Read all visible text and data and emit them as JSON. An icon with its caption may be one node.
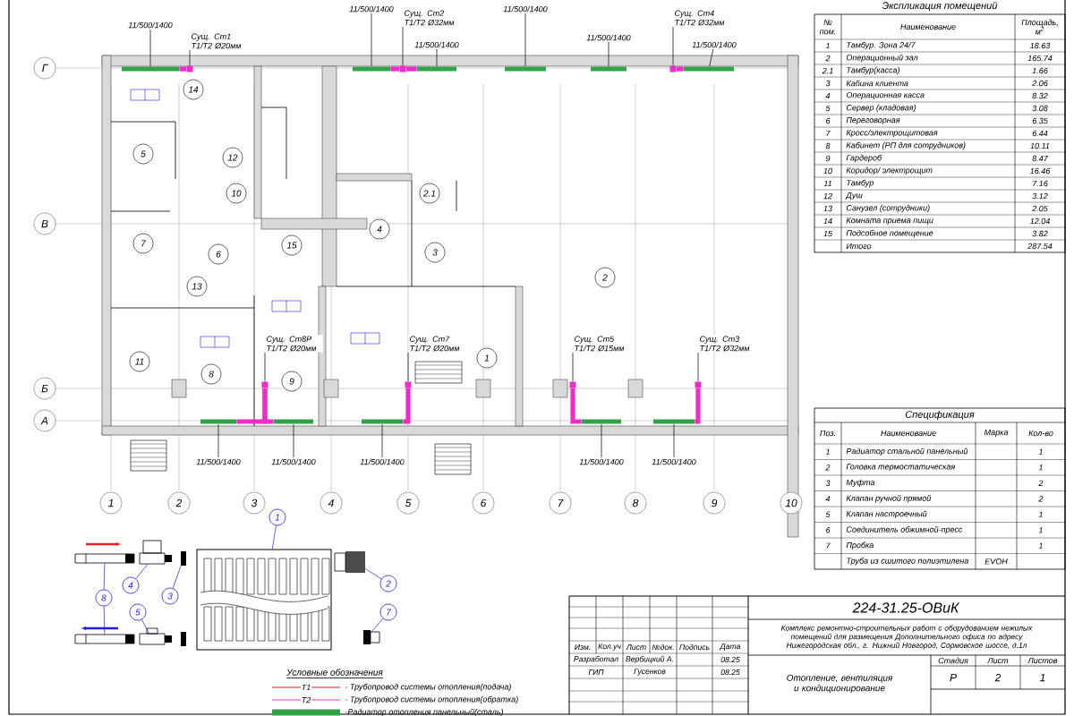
{
  "diagram": {
    "nodes": [
      {
        "text": [
          "Г"
        ]
      },
      {
        "text": [
          "В"
        ]
      },
      {
        "text": [
          "Б"
        ]
      },
      {
        "text": [
          "А"
        ]
      },
      {
        "text": [
          "1"
        ]
      },
      {
        "text": [
          "2"
        ]
      },
      {
        "text": [
          "3"
        ]
      },
      {
        "text": [
          "4"
        ]
      },
      {
        "text": [
          "5"
        ]
      },
      {
        "text": [
          "6"
        ]
      },
      {
        "text": [
          "7"
        ]
      },
      {
        "text": [
          "8"
        ]
      },
      {
        "text": [
          "9"
        ]
      },
      {
        "text": [
          "10"
        ]
      },
      {
        "text": [
          "14"
        ]
      },
      {
        "text": [
          "5"
        ]
      },
      {
        "text": [
          "12"
        ]
      },
      {
        "text": [
          "10"
        ]
      },
      {
        "text": [
          "2.1"
        ]
      },
      {
        "text": [
          "7"
        ]
      },
      {
        "text": [
          "6"
        ]
      },
      {
        "text": [
          "15"
        ]
      },
      {
        "text": [
          "4"
        ]
      },
      {
        "text": [
          "3"
        ]
      },
      {
        "text": [
          "11"
        ]
      },
      {
        "text": [
          "8"
        ]
      },
      {
        "text": [
          "9"
        ]
      },
      {
        "text": [
          "1"
        ]
      },
      {
        "text": [
          "2"
        ]
      },
      {
        "text": [
          "13"
        ]
      },
      {
        "text": [],
        "shape": "bar"
      },
      {
        "text": [],
        "shape": "bar"
      },
      {
        "text": [],
        "shape": "bar"
      },
      {
        "text": [],
        "shape": "bar"
      },
      {
        "text": [],
        "shape": "bar"
      },
      {
        "text": [],
        "shape": "bar"
      },
      {
        "text": [],
        "shape": "bar"
      },
      {
        "text": [],
        "shape": "bar"
      },
      {
        "text": [],
        "shape": "bar"
      },
      {
        "text": [],
        "shape": "bar"
      },
      {
        "text": [],
        "shape": "bar"
      },
      {
        "text": [
          "11/500/1400"
        ]
      },
      {
        "text": [
          "11/500/1400"
        ]
      },
      {
        "text": [
          "11/500/1400"
        ]
      },
      {
        "text": [
          "11/500/1400"
        ]
      },
      {
        "text": [
          "11/500/1400"
        ]
      },
      {
        "text": [
          "11/500/1400"
        ]
      },
      {
        "text": [
          "11/500/1400"
        ]
      },
      {
        "text": [
          "11/500/1400"
        ]
      },
      {
        "text": [
          "11/500/1400"
        ]
      },
      {
        "text": [
          "11/500/1400"
        ]
      },
      {
        "text": [
          "11/500/1400"
        ]
      },
      {
        "text": [
          "Сущ. Ст1 Т1/Т2 Ø20мм"
        ]
      },
      {
        "text": [
          "Сущ. Ст2 Т1/Т2 Ø32мм"
        ]
      },
      {
        "text": [
          "Сущ. Ст4 Т1/Т2 Ø32мм"
        ]
      },
      {
        "text": [
          "Сущ. Ст8Р Т1/Т2 Ø20мм"
        ]
      },
      {
        "text": [
          "Сущ. Ст7 Т1/Т2 Ø20мм"
        ]
      },
      {
        "text": [
          "Сущ. Ст5 Т1/Т2 Ø15мм"
        ]
      },
      {
        "text": [
          "Сущ. Ст3 Т1/Т2 Ø32мм"
        ]
      },
      {
        "text": [
          "1"
        ]
      },
      {
        "text": [
          "2"
        ]
      },
      {
        "text": [
          "3"
        ]
      },
      {
        "text": [
          "4"
        ]
      },
      {
        "text": [
          "5"
        ]
      },
      {
        "text": [
          "8"
        ]
      },
      {
        "text": [
          "7"
        ]
      },
      {
        "text": [],
        "shape": "box"
      },
      {
        "text": [],
        "shape": "box"
      },
      {
        "text": [],
        "shape": "box"
      },
      {
        "text": [],
        "shape": "box"
      },
      {
        "text": [],
        "shape": "box"
      },
      {
        "text": [],
        "shape": "box"
      },
      {
        "text": [],
        "shape": "box"
      },
      {
        "text": [],
        "shape": "picture"
      },
      {
        "text": [],
        "shape": "box"
      },
      {
        "text": [],
        "shape": "box"
      },
      {
        "text": [],
        "shape": "picture"
      },
      {
        "text": [],
        "shape": "box"
      },
      {
        "text": [],
        "shape": "picture"
      },
      {
        "text": [],
        "shape": "picture"
      },
      {
        "text": [],
        "shape": "picture"
      }
    ],
    "edges": [
      {
        "from": 41,
        "to": 30,
        "arrow": "none"
      },
      {
        "from": 42,
        "to": 31,
        "arrow": "none"
      },
      {
        "from": 43,
        "to": 32,
        "arrow": "none"
      },
      {
        "from": 44,
        "to": 33,
        "arrow": "none"
      },
      {
        "from": 45,
        "to": 34,
        "arrow": "none"
      },
      {
        "from": 46,
        "to": 35,
        "arrow": "none"
      },
      {
        "from": 47,
        "to": 36,
        "arrow": "none"
      },
      {
        "from": 48,
        "to": 37,
        "arrow": "none"
      },
      {
        "from": 49,
        "to": 38,
        "arrow": "none"
      },
      {
        "from": 50,
        "to": 39,
        "arrow": "none"
      },
      {
        "from": 51,
        "to": 40,
        "arrow": "none"
      },
      {
        "from": 52,
        "to": 66,
        "arrow": "none"
      },
      {
        "from": 53,
        "to": 67,
        "arrow": "none"
      },
      {
        "from": 54,
        "to": 68,
        "arrow": "none"
      },
      {
        "from": 55,
        "to": 69,
        "arrow": "none"
      },
      {
        "from": 56,
        "to": 70,
        "arrow": "none"
      },
      {
        "from": 57,
        "to": 71,
        "arrow": "none"
      },
      {
        "from": 58,
        "to": 72,
        "arrow": "none"
      },
      {
        "from": 59,
        "to": 73,
        "arrow": "none",
        "color": "#2020e0"
      },
      {
        "from": 60,
        "to": 74,
        "arrow": "none",
        "color": "#2020e0"
      },
      {
        "from": 61,
        "to": 75,
        "arrow": "none",
        "color": "#2020e0"
      },
      {
        "from": 62,
        "to": 76,
        "arrow": "none",
        "color": "#2020e0"
      },
      {
        "from": 63,
        "to": 77,
        "arrow": "none",
        "color": "#2020e0"
      },
      {
        "from": 64,
        "to": 78,
        "arrow": "none",
        "color": "#2020e0"
      },
      {
        "from": 64,
        "to": 79,
        "arrow": "none",
        "color": "#2020e0"
      },
      {
        "from": 65,
        "to": 80,
        "arrow": "none",
        "color": "#2020e0"
      },
      {
        "from": 66,
        "to": 30,
        "arrow": "none",
        "style": "thick",
        "color": "#f02cc8"
      },
      {
        "from": 67,
        "to": 31,
        "arrow": "none",
        "style": "thick",
        "color": "#f02cc8"
      },
      {
        "from": 67,
        "to": 32,
        "arrow": "none",
        "style": "thick",
        "color": "#f02cc8"
      },
      {
        "from": 68,
        "to": 35,
        "arrow": "none",
        "style": "thick",
        "color": "#f02cc8"
      },
      {
        "from": 69,
        "to": 36,
        "arrow": "none",
        "style": "thick",
        "color": "#f02cc8"
      },
      {
        "from": 69,
        "to": 37,
        "arrow": "none",
        "style": "thick",
        "color": "#f02cc8"
      },
      {
        "from": 70,
        "to": 38,
        "arrow": "none",
        "style": "thick",
        "color": "#f02cc8"
      },
      {
        "from": 71,
        "to": 39,
        "arrow": "none",
        "style": "thick",
        "color": "#f02cc8"
      },
      {
        "from": 72,
        "to": 40,
        "arrow": "none",
        "style": "thick",
        "color": "#f02cc8"
      }
    ],
    "labels": [
      "Экспликация помещений",
      "№ пом.",
      "Наименование",
      "Площадь, м$^{2}$",
      "1",
      "Тамбур. Зона 24/7",
      "18.63",
      "2",
      "Операционный зал",
      "165.74",
      "2.1",
      "Тамбур(касса)",
      "1.66",
      "3",
      "Кабина клиента",
      "2.06",
      "4",
      "Операционная касса",
      "8.32",
      "5",
      "Сервер (кладовая)",
      "3.08",
      "6",
      "Переговорная",
      "6.35",
      "7",
      "Кросс/электрощитовая",
      "6.44",
      "8",
      "Кабинет (РП для сотрудников)",
      "10.11",
      "9",
      "Гардероб",
      "8.47",
      "10",
      "Коридор/ электрощит",
      "16.46",
      "11",
      "Тамбур",
      "7.16",
      "12",
      "Душ",
      "3.12",
      "13",
      "Санузел (сотрудники)",
      "2.05",
      "14",
      "Комната приема пищи",
      "12.04",
      "15",
      "Подсобное помещение",
      "3.82",
      "Итого",
      "287.54",
      "Спецификация",
      "Поз.",
      "Наименование",
      "Марка",
      "Кол-во",
      "1",
      "Радиатор стальной панельный",
      "1",
      "2",
      "Головка термостатическая",
      "1",
      "3",
      "Муфта",
      "2",
      "4",
      "Клапан ручной прямой",
      "2",
      "5",
      "Клапан настроечный",
      "1",
      "6",
      "Соединитель обжимной-пресс",
      "1",
      "7",
      "Пробка",
      "1",
      "Труба из сшитого полиэтилена",
      "EVOH",
      "224-31.25-ОВиК",
      "Комплекс ремонтно-строительных работ с оборудованием нежилых помещений для размещения Дополнительного офиса по адресу Нижегородская обл., г. Нижний Новгород, Сормовское шоссе, д.1л",
      "Изм.",
      "Кол.уч",
      "Лист",
      "№док.",
      "Подпись",
      "Дата",
      "Разработал",
      "Вербицкий А.",
      "08.25",
      "ГИП",
      "Гусенков",
      "08.25",
      "Отопление, вентиляция и кондиционирование",
      "Стадия",
      "Лист",
      "Листов",
      "Р",
      "2",
      "1",
      "Условные обозначения",
      "Т1",
      "Т2"
    ],
    "legend": [
      {
        "text": "- Трубопровод системы отопления(подача)"
      },
      {
        "text": "- Трубопровод системы отопления(обратка)"
      },
      {
        "text": "-Радиатор отопления панельный(сталь)",
        "color": "#33a04a"
      }
    ]
  }
}
